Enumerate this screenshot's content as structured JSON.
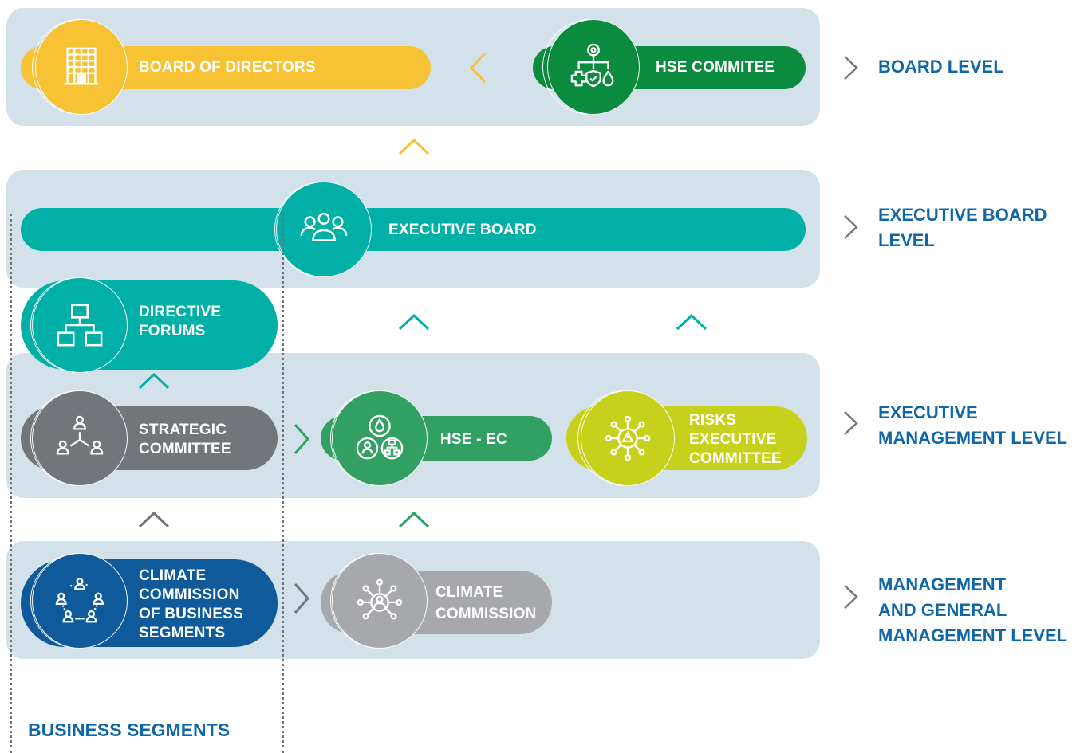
{
  "nodes": {
    "board_of_directors": "BOARD OF DIRECTORS",
    "hse_committee": "HSE COMMITEE",
    "executive_board": "EXECUTIVE BOARD",
    "directive_forums": [
      "DIRECTIVE",
      "FORUMS"
    ],
    "strategic_committee": [
      "STRATEGIC",
      "COMMITTEE"
    ],
    "hse_ec": "HSE - EC",
    "risks_executive_committee": [
      "RISKS",
      "EXECUTIVE",
      "COMMITTEE"
    ],
    "climate_commission_business_segments": [
      "CLIMATE",
      "COMMISSION",
      "OF BUSINESS",
      "SEGMENTS"
    ],
    "climate_commission": [
      "CLIMATE",
      "COMMISSION"
    ]
  },
  "levels": {
    "board": "BOARD LEVEL",
    "executive_board": [
      "EXECUTIVE BOARD",
      "LEVEL"
    ],
    "executive_management": [
      "EXECUTIVE",
      "MANAGEMENT LEVEL"
    ],
    "management": [
      "MANAGEMENT",
      "AND GENERAL",
      "MANAGEMENT LEVEL"
    ]
  },
  "business_segments_label": "BUSINESS SEGMENTS",
  "icons": {
    "board_of_directors": "building-icon",
    "hse_committee": "health-safety-environment-icon",
    "executive_board": "people-group-icon",
    "directive_forums": "org-chart-icon",
    "strategic_committee": "network-people-icon",
    "hse_ec": "hse-cluster-icon",
    "risks": "risk-warning-icon",
    "climate_business": "people-circle-icon",
    "climate": "network-hub-icon"
  },
  "colors": {
    "band": "#d2e1ea",
    "board_of_directors": "#f7c234",
    "hse_committee": "#0b8b3e",
    "executive_board": "#00b0a7",
    "directive_forums": "#00b0a7",
    "strategic_committee": "#727579",
    "hse_ec": "#33a063",
    "risks": "#c7d11c",
    "climate_business": "#0e5a9a",
    "climate": "#a6a8ab",
    "level_text": "#1067a8"
  }
}
